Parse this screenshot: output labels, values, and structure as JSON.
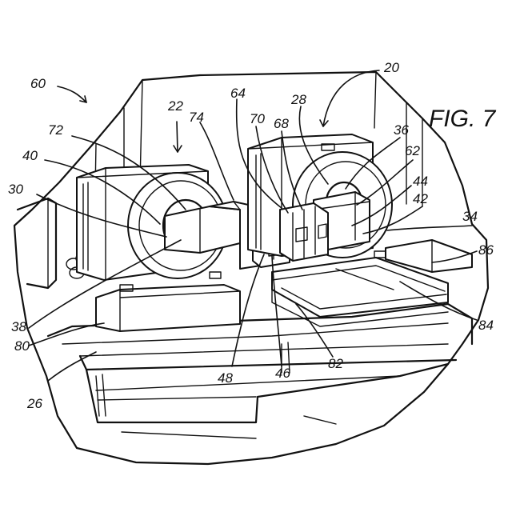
{
  "figure": {
    "title": "FIG. 7"
  },
  "reference_numerals": [
    {
      "id": "r60",
      "text": "60"
    },
    {
      "id": "r20",
      "text": "20"
    },
    {
      "id": "r22",
      "text": "22"
    },
    {
      "id": "r74",
      "text": "74"
    },
    {
      "id": "r64",
      "text": "64"
    },
    {
      "id": "r28",
      "text": "28"
    },
    {
      "id": "r70",
      "text": "70"
    },
    {
      "id": "r68",
      "text": "68"
    },
    {
      "id": "r72",
      "text": "72"
    },
    {
      "id": "r36",
      "text": "36"
    },
    {
      "id": "r62",
      "text": "62"
    },
    {
      "id": "r40",
      "text": "40"
    },
    {
      "id": "r44",
      "text": "44"
    },
    {
      "id": "r42",
      "text": "42"
    },
    {
      "id": "r30",
      "text": "30"
    },
    {
      "id": "r34",
      "text": "34"
    },
    {
      "id": "r86",
      "text": "86"
    },
    {
      "id": "r84",
      "text": "84"
    },
    {
      "id": "r38",
      "text": "38"
    },
    {
      "id": "r80",
      "text": "80"
    },
    {
      "id": "r26",
      "text": "26"
    },
    {
      "id": "r48",
      "text": "48"
    },
    {
      "id": "r46",
      "text": "46"
    },
    {
      "id": "r82",
      "text": "82"
    }
  ]
}
